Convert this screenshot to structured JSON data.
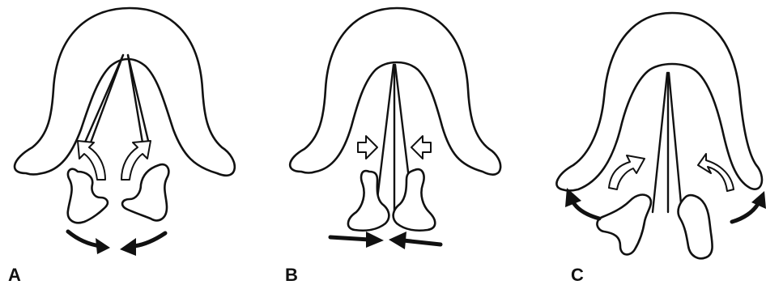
{
  "panels": [
    {
      "id": "A",
      "label": "A"
    },
    {
      "id": "B",
      "label": "B"
    },
    {
      "id": "C",
      "label": "C"
    }
  ],
  "colors": {
    "ink": "#111111",
    "background": "#ffffff"
  }
}
